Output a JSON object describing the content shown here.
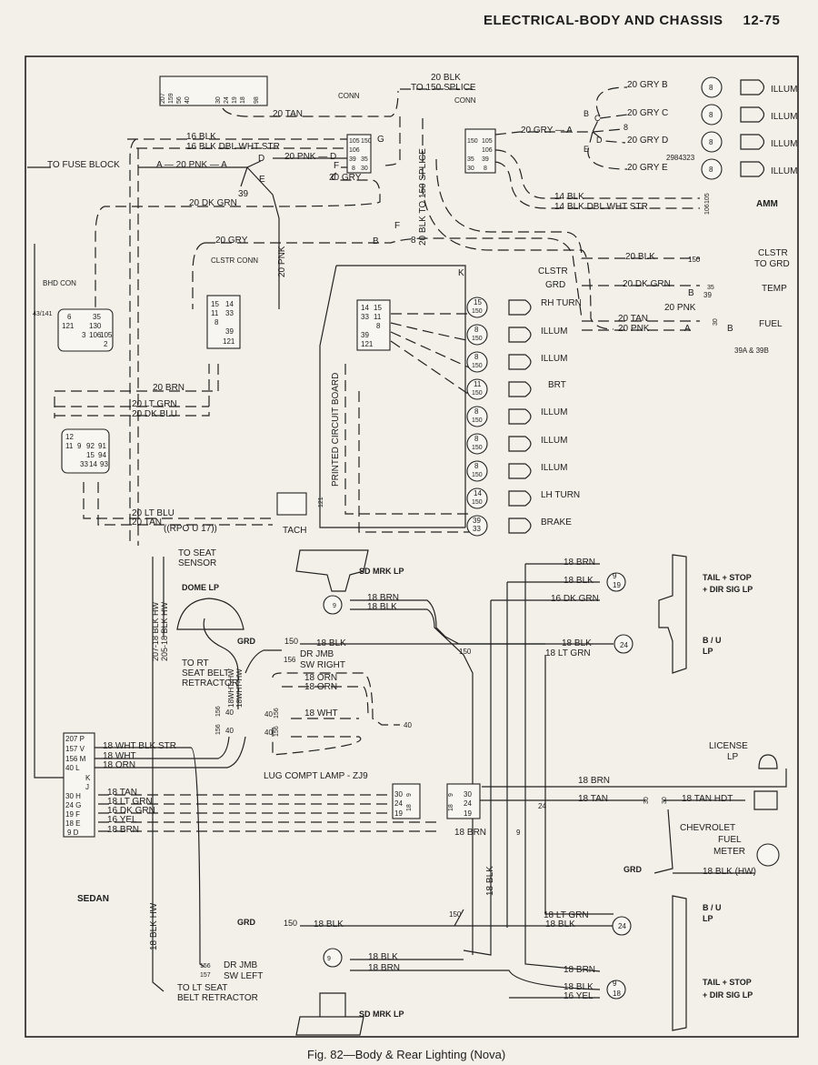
{
  "header": {
    "title": "ELECTRICAL-BODY AND CHASSIS",
    "page": "12-75"
  },
  "caption": "Fig. 82—Body & Rear Lighting (Nova)",
  "labels": [
    "20 TAN",
    "CONN",
    "16 BLK",
    "16 BLK  DBL  WHT  STR",
    "TO FUSE BLOCK",
    "A — 20 PNK — A",
    "39",
    "D",
    "E",
    "20 PNK — D",
    "F",
    "20 GRY",
    "20 DK GRN",
    "20 BLK",
    "TO 150 SPLICE",
    "CONN",
    "20 BLK  TO 150 SPLICE",
    "G",
    "20 GRY",
    "CLSTR CONN",
    "20 PNK",
    "B",
    "F",
    "8",
    "BHD CON",
    "43/141",
    "20 BRN",
    "20 LT GRN",
    "20 DK BLU",
    "PRINTED CIRCUIT BOARD",
    "20 LT BLU",
    "20 TAN",
    "((RPO  U 17))",
    "TACH",
    "20 GRY — A",
    "B",
    "C",
    "8",
    "D",
    "E",
    "20 GRY  B",
    "20 GRY  C",
    "20 GRY  D",
    "20 GRY  E",
    "2984323",
    "ILLUM",
    "ILLUM",
    "ILLUM",
    "ILLUM",
    "14 BLK",
    "14 BLK  DBL  WHT  STR",
    "AMM",
    "20 BLK",
    "CLSTR",
    "TO GRD",
    "CLSTR",
    "GRD",
    "K",
    "20 DK GRN",
    "TEMP",
    "B",
    "20 PNK",
    "20 TAN",
    "20 PNK",
    "A",
    "B",
    "FUEL",
    "39A & 39B",
    "RH TURN",
    "ILLUM",
    "ILLUM",
    "BRT",
    "ILLUM",
    "ILLUM",
    "ILLUM",
    "LH TURN",
    "BRAKE",
    "TO SEAT",
    "SENSOR",
    "SD MRK LP",
    "DOME LP",
    "207-18 BLK HW",
    "205-18 BLK HW",
    "18 BRN",
    "18 BLK",
    "GRD",
    "150",
    "18 BLK",
    "150",
    "TO RT",
    "SEAT BELT",
    "RETRACTOR",
    "DR JMB",
    "SW RIGHT",
    "18 ORN",
    "18 ORN",
    "18 WHT",
    "18WHT-HW",
    "18WHT-HW",
    "LUG COMPT LAMP - ZJ9",
    "SEDAN",
    "18 WHT BLK  STR",
    "18 WHT",
    "18 ORN",
    "18  TAN",
    "18  LT GRN",
    "16  DK GRN",
    "16  YEL",
    "18  BRN",
    "18 BLK HW",
    "DR JMB",
    "SW LEFT",
    "TO LT SEAT",
    "BELT RETRACTOR",
    "GRD",
    "150",
    "18 BLK",
    "150",
    "18 BLK",
    "18 BRN",
    "SD MRK LP",
    "18 BRN",
    "18 BLK",
    "16 DK GRN",
    "TAIL + STOP",
    "+ DIR SIG LP",
    "18 BLK",
    "18 LT GRN",
    "B / U",
    "LP",
    "LICENSE",
    "LP",
    "18 BRN",
    "18 TAN",
    "18 TAN HDT",
    "24",
    "18 BRN",
    "9",
    "CHEVROLET",
    "FUEL",
    "METER",
    "GRD",
    "18 BLK (HW)",
    "18 BLK",
    "18 LT GRN",
    "18 BLK",
    "B / U",
    "LP",
    "18 BRN",
    "18 BLK",
    "16 YEL",
    "TAIL + STOP",
    "+ DIR SIG LP"
  ],
  "pins": [
    "207",
    "159",
    "56",
    "40",
    "30",
    "24",
    "19",
    "18",
    "98",
    "105",
    "150",
    "106",
    "39",
    "35",
    "8",
    "30",
    "150",
    "105",
    "106",
    "35",
    "39",
    "30",
    "8",
    "15",
    "14",
    "11",
    "33",
    "8",
    "39",
    "121",
    "14",
    "15",
    "33",
    "11",
    "8",
    "39",
    "121",
    "6",
    "35",
    "121",
    "130",
    "3",
    "106",
    "105",
    "2",
    "12",
    "11",
    "9",
    "92",
    "91",
    "15",
    "94",
    "33",
    "14",
    "93",
    "15",
    "8",
    "8",
    "11",
    "8",
    "8",
    "8",
    "14",
    "39",
    "150",
    "150",
    "150",
    "150",
    "150",
    "150",
    "150",
    "150",
    "33",
    "8",
    "8",
    "8",
    "8",
    "105",
    "106",
    "150",
    "35",
    "39",
    "30",
    "207 P",
    "157 V",
    "156 M",
    "40 L",
    "K",
    "J",
    "30 H",
    "24 G",
    "19 F",
    "18 E",
    "9 D",
    "9",
    "150",
    "156",
    "156",
    "40",
    "156",
    "40",
    "40",
    "156",
    "40",
    "156",
    "40",
    "30",
    "24",
    "19",
    "9",
    "18",
    "9",
    "18",
    "30",
    "24",
    "19",
    "30",
    "30",
    "9",
    "19",
    "24",
    "24",
    "9",
    "18",
    "9",
    "150",
    "156",
    "157",
    "121"
  ]
}
